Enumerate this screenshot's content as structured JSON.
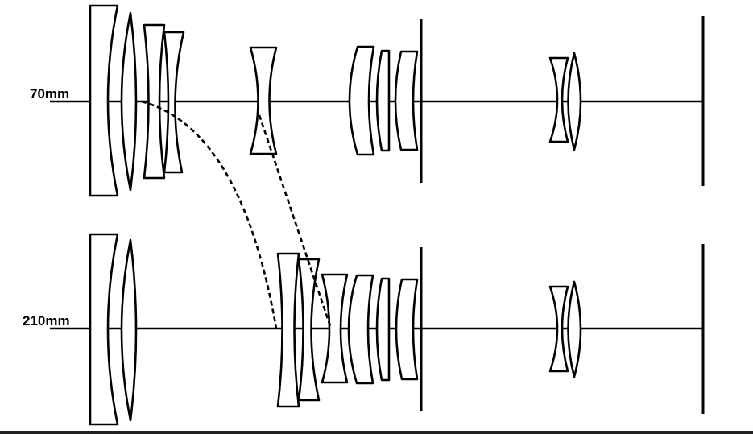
{
  "diagram": {
    "configurations": [
      {
        "id": "wide",
        "focal_length_label": "70mm"
      },
      {
        "id": "tele",
        "focal_length_label": "210mm"
      }
    ],
    "colors": {
      "line": "#000000",
      "background": "#ffffff"
    }
  }
}
